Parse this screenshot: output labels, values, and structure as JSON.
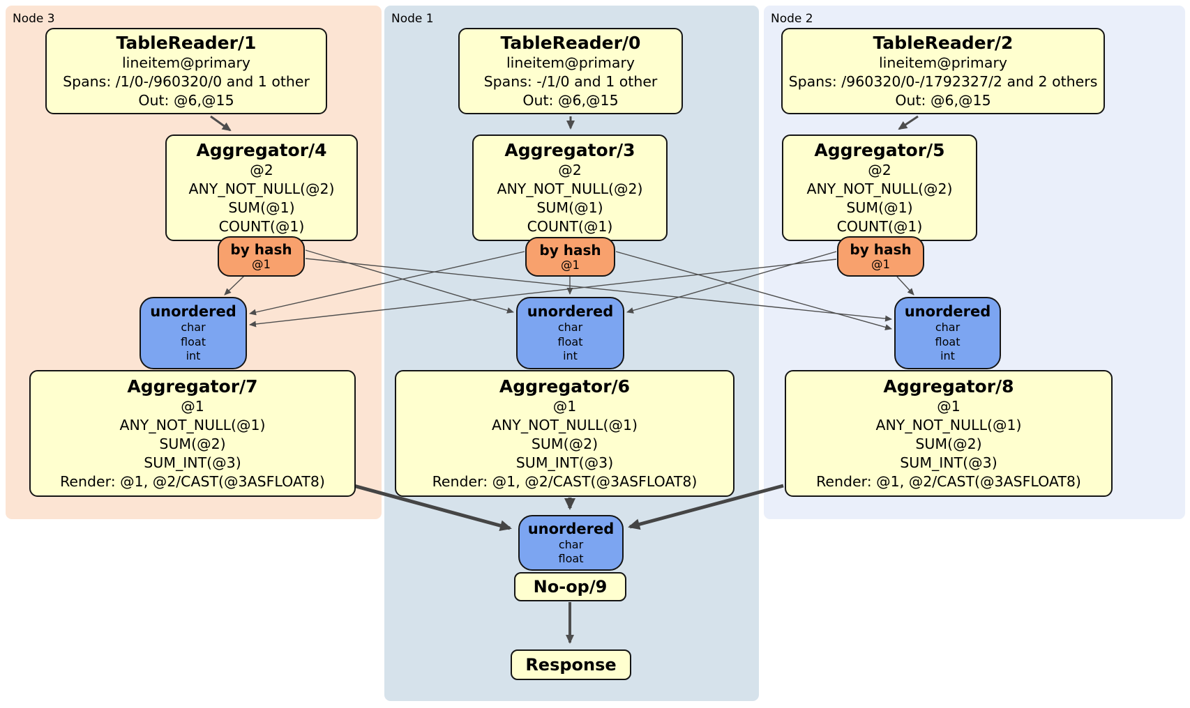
{
  "regions": {
    "node3": {
      "label": "Node 3"
    },
    "node1": {
      "label": "Node 1"
    },
    "node2": {
      "label": "Node 2"
    }
  },
  "boxes": {
    "tr1": {
      "title": "TableReader/1",
      "lines": [
        "lineitem@primary",
        "Spans: /1/0-/960320/0 and 1 other",
        "Out: @6,@15"
      ]
    },
    "tr0": {
      "title": "TableReader/0",
      "lines": [
        "lineitem@primary",
        "Spans: -/1/0 and 1 other",
        "Out: @6,@15"
      ]
    },
    "tr2": {
      "title": "TableReader/2",
      "lines": [
        "lineitem@primary",
        "Spans: /960320/0-/1792327/2 and 2 others",
        "Out: @6,@15"
      ]
    },
    "agg4": {
      "title": "Aggregator/4",
      "lines": [
        "@2",
        "ANY_NOT_NULL(@2)",
        "SUM(@1)",
        "COUNT(@1)"
      ]
    },
    "agg3": {
      "title": "Aggregator/3",
      "lines": [
        "@2",
        "ANY_NOT_NULL(@2)",
        "SUM(@1)",
        "COUNT(@1)"
      ]
    },
    "agg5": {
      "title": "Aggregator/5",
      "lines": [
        "@2",
        "ANY_NOT_NULL(@2)",
        "SUM(@1)",
        "COUNT(@1)"
      ]
    },
    "router3": {
      "title": "by hash",
      "lines": [
        "@1"
      ]
    },
    "router1": {
      "title": "by hash",
      "lines": [
        "@1"
      ]
    },
    "router2": {
      "title": "by hash",
      "lines": [
        "@1"
      ]
    },
    "sync3": {
      "title": "unordered",
      "lines": [
        "char",
        "float",
        "int"
      ]
    },
    "sync1": {
      "title": "unordered",
      "lines": [
        "char",
        "float",
        "int"
      ]
    },
    "sync2": {
      "title": "unordered",
      "lines": [
        "char",
        "float",
        "int"
      ]
    },
    "agg7": {
      "title": "Aggregator/7",
      "lines": [
        "@1",
        "ANY_NOT_NULL(@1)",
        "SUM(@2)",
        "SUM_INT(@3)",
        "Render: @1, @2/CAST(@3ASFLOAT8)"
      ]
    },
    "agg6": {
      "title": "Aggregator/6",
      "lines": [
        "@1",
        "ANY_NOT_NULL(@1)",
        "SUM(@2)",
        "SUM_INT(@3)",
        "Render: @1, @2/CAST(@3ASFLOAT8)"
      ]
    },
    "agg8": {
      "title": "Aggregator/8",
      "lines": [
        "@1",
        "ANY_NOT_NULL(@1)",
        "SUM(@2)",
        "SUM_INT(@3)",
        "Render: @1, @2/CAST(@3ASFLOAT8)"
      ]
    },
    "syncFinal": {
      "title": "unordered",
      "lines": [
        "char",
        "float"
      ]
    },
    "noop": {
      "title": "No-op/9"
    },
    "response": {
      "title": "Response"
    }
  },
  "colors": {
    "node3_bg": "#fce4d3",
    "node1_bg": "#d6e2eb",
    "node2_bg": "#eaeffa",
    "processor_bg": "#ffffcf",
    "router_bg": "#f8a16d",
    "sync_bg": "#7ca5f1",
    "edge": "#4d4d4d"
  }
}
